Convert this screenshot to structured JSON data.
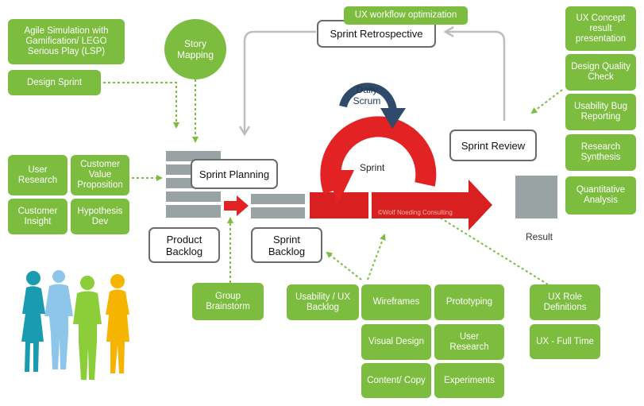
{
  "colors": {
    "green": "#7cbd3f",
    "red": "#e32223",
    "gray_backlog": "#9aa3a3",
    "arrow_gray": "#bdbdbd",
    "navy": "#2f4a6b",
    "people": [
      "#1a9cb0",
      "#8ec6ea",
      "#8ccd3a",
      "#f4b400"
    ]
  },
  "scrum": {
    "sprint_retrospective": "Sprint Retrospective",
    "sprint_planning": "Sprint Planning",
    "sprint_review": "Sprint Review",
    "product_backlog": "Product Backlog",
    "sprint_backlog": "Sprint Backlog",
    "daily_scrum": "Daily Scrum",
    "sprint": "Sprint",
    "result": "Result",
    "watermark": "©Wolf Noeding Consulting"
  },
  "green_items": {
    "ux_workflow": "UX workflow optimization",
    "agile_simulation": "Agile Simulation with Gamification/ LEGO Serious Play (LSP)",
    "design_sprint": "Design Sprint",
    "story_mapping": "Story Mapping",
    "user_research": "User Research",
    "customer_value": "Customer Value Proposition",
    "customer_insight": "Customer Insight",
    "hypothesis_dev": "Hypothesis Dev",
    "group_brainstorm": "Group Brainstorm",
    "usability_ux_backlog": "Usability / UX Backlog",
    "wireframes": "Wireframes",
    "prototyping": "Prototyping",
    "visual_design": "Visual Design",
    "user_research_2": "User Research",
    "content_copy": "Content/ Copy",
    "experiments": "Experiments",
    "ux_role_definitions": "UX Role Definitions",
    "ux_full_time": "UX - Full Time",
    "ux_concept": "UX Concept result presentation",
    "design_quality": "Design Quality Check",
    "usability_bug": "Usability Bug Reporting",
    "research_synthesis": "Research Synthesis",
    "quantitative_analysis": "Quantitative Analysis"
  }
}
